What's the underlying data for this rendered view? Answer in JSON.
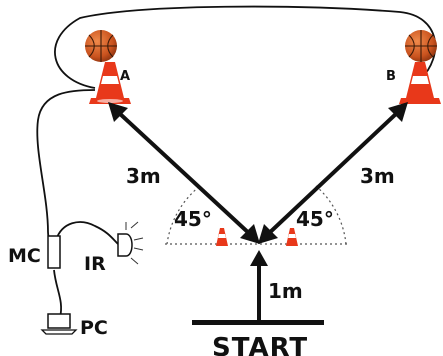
{
  "cones": [
    {
      "id": "A",
      "label": "A"
    },
    {
      "id": "B",
      "label": "B"
    }
  ],
  "distances": {
    "left_diagonal": "3m",
    "right_diagonal": "3m",
    "forward": "1m"
  },
  "angles": {
    "left": "45°",
    "right": "45°"
  },
  "devices": {
    "mc": "MC",
    "ir": "IR",
    "pc": "PC"
  },
  "start_label": "START",
  "colors": {
    "cone": "#e8381a",
    "ball": "#c9521e",
    "ink": "#111111"
  }
}
